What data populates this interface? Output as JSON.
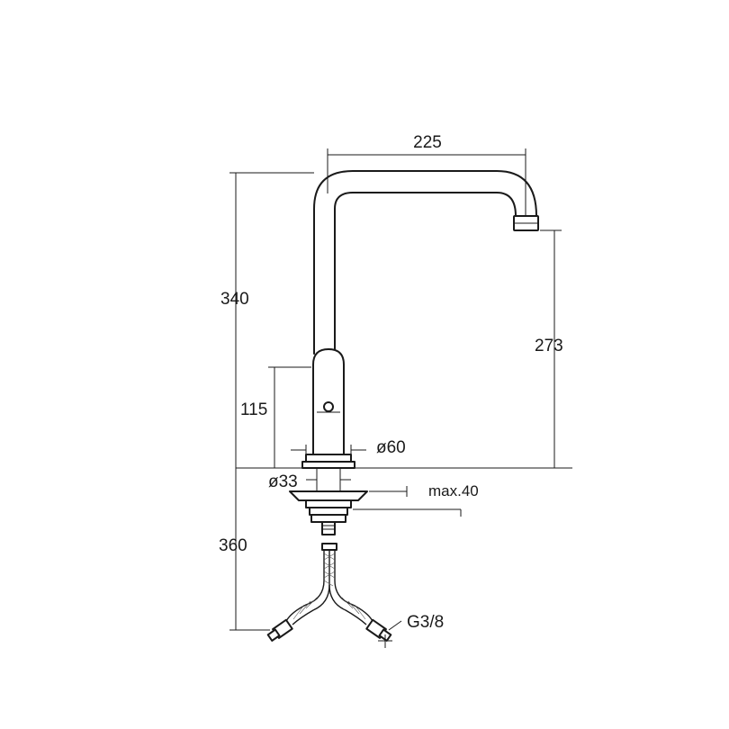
{
  "dimensions": {
    "spout_reach": "225",
    "total_height": "340",
    "spout_outlet_height": "273",
    "handle_height": "115",
    "base_diameter": "ø60",
    "hole_diameter": "ø33",
    "max_deck_thickness": "max.40",
    "hose_length": "360",
    "hose_thread": "G3/8"
  },
  "colors": {
    "line": "#1a1a1a",
    "background": "#ffffff"
  }
}
